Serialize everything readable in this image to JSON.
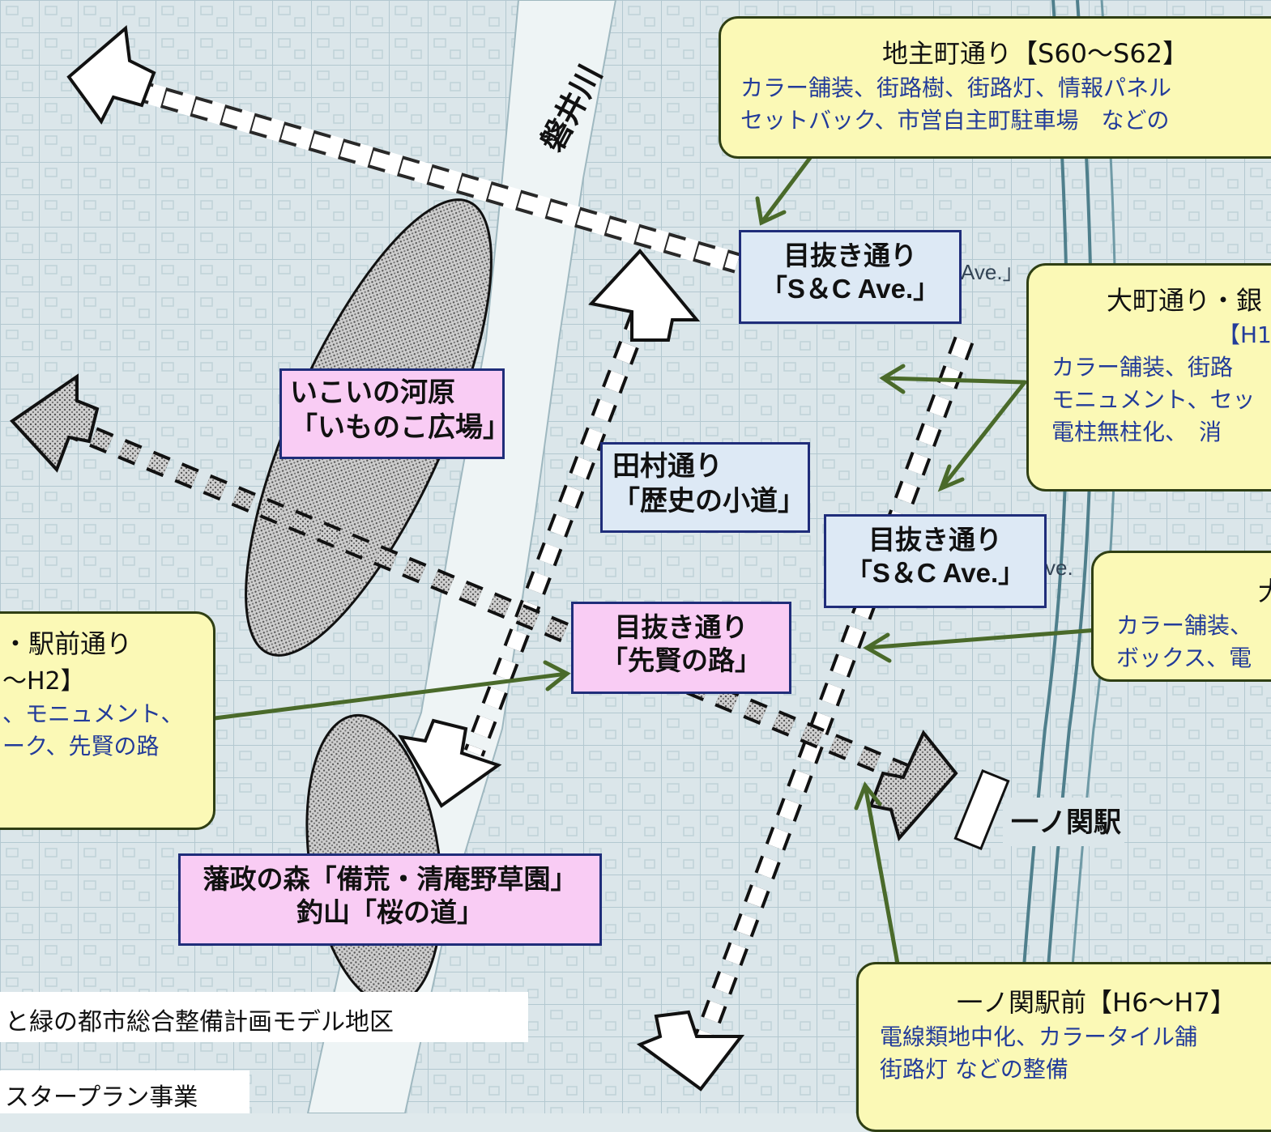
{
  "map": {
    "river_label": "磐井川",
    "station_label": "一ノ関駅",
    "paper_ave_labels": [
      "Ave.」",
      "ve."
    ],
    "colors": {
      "callout_bg": "#fbf9b6",
      "callout_border": "#2f3f14",
      "blue_box": "#dde9f5",
      "pink_box": "#f9ccf4",
      "box_border": "#1f2d7a",
      "arrow": "#4a6a2a",
      "desc_text": "#233c9a"
    }
  },
  "street_boxes": [
    {
      "line1": "目抜き通り",
      "line2": "「S＆C Ave.」"
    },
    {
      "line1": "目抜き通り",
      "line2": "「S＆C Ave.」"
    },
    {
      "line1": "田村通り",
      "line2": "「歴史の小道」"
    },
    {
      "line1": "目抜き通り",
      "line2": "「先賢の路」"
    },
    {
      "line1": "いこいの河原",
      "line2": "「いものこ広場」"
    },
    {
      "line1": "藩政の森「備荒・清庵野草園」",
      "line2": "釣山「桜の道」"
    }
  ],
  "callouts": {
    "jinushi": {
      "title": "地主町通り【S60〜S62】",
      "lines": [
        "カラー舗装、街路樹、街路灯、情報パネル",
        "セットバック、市営自主町駐車場　などの"
      ]
    },
    "omachi": {
      "title": "大町通り・銀",
      "lines": [
        "【H1",
        "カラー舗装、街路",
        "モニュメント、セッ",
        "電柱無柱化、　消"
      ]
    },
    "ohe": {
      "title": "大",
      "lines": [
        "カラー舗装、",
        "ボックス、電"
      ]
    },
    "ekimae": {
      "title": "・駅前通り",
      "lines": [
        "〜H2】",
        "、モニュメント、",
        "ーク、先賢の路"
      ]
    },
    "station": {
      "title": "一ノ関駅前【H6〜H7】",
      "lines": [
        "電線類地中化、カラータイル舗",
        "街路灯 などの整備"
      ]
    }
  },
  "legend": [
    "と緑の都市総合整備計画モデル地区",
    "スタープラン事業"
  ]
}
